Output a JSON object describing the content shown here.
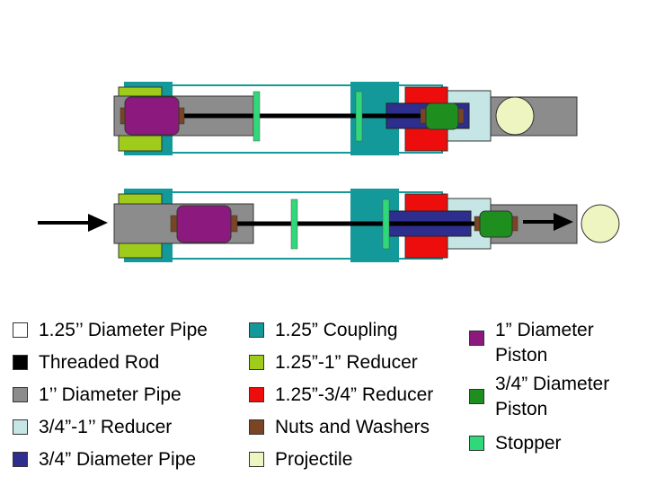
{
  "colors": {
    "pipe_125": "#ffffff",
    "threaded_rod": "#000000",
    "pipe_1": "#8c8c8c",
    "reducer_34_1": "#c6e6e6",
    "pipe_34": "#2e2e8e",
    "coupling_125": "#14999a",
    "reducer_125_1": "#9fcc1b",
    "reducer_125_34": "#ee0d0d",
    "nuts_washers": "#7a4524",
    "projectile": "#eef5c0",
    "piston_1": "#8c1a7e",
    "piston_34": "#1e8e1e",
    "stopper": "#2fd97a"
  },
  "legend": [
    {
      "label": "1.25’’ Diameter Pipe",
      "color": "#ffffff"
    },
    {
      "label": "Threaded Rod",
      "color": "#000000"
    },
    {
      "label": "1’’ Diameter Pipe",
      "color": "#8c8c8c"
    },
    {
      "label": "3/4”-1’’ Reducer",
      "color": "#c6e6e6"
    },
    {
      "label": "3/4” Diameter Pipe",
      "color": "#2e2e8e"
    },
    {
      "label": "1.25” Coupling",
      "color": "#14999a"
    },
    {
      "label": "1.25”-1” Reducer",
      "color": "#9fcc1b"
    },
    {
      "label": "1.25”-3/4” Reducer",
      "color": "#ee0d0d"
    },
    {
      "label": "Nuts and Washers",
      "color": "#7a4524"
    },
    {
      "label": "Projectile",
      "color": "#eef5c0"
    },
    {
      "label": "1” Diameter\nPiston",
      "color": "#8c1a7e"
    },
    {
      "label": "3/4” Diameter\nPiston",
      "color": "#1e8e1e"
    },
    {
      "label": "Stopper",
      "color": "#2fd97a"
    }
  ]
}
